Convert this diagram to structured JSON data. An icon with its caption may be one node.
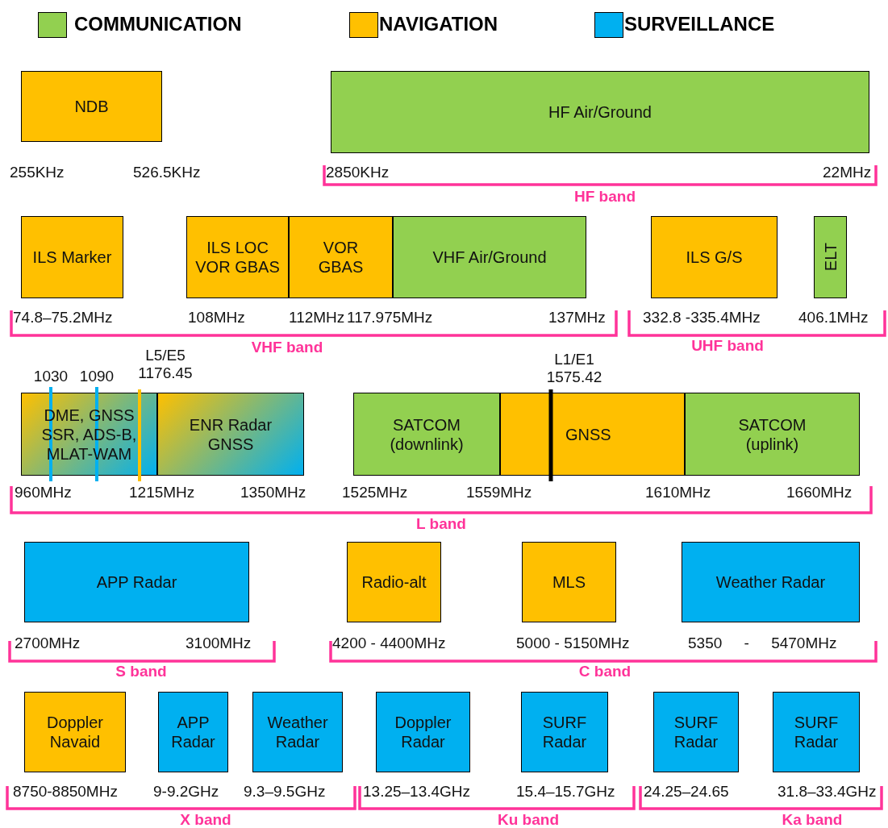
{
  "diagram": {
    "nodes": [
      {
        "text": [
          "NDB"
        ]
      },
      {
        "text": [
          "HF Air/Ground"
        ]
      },
      {
        "text": [
          "ILS Marker"
        ]
      },
      {
        "text": [
          "ILS LOC VOR GBAS"
        ]
      },
      {
        "text": [
          "VOR GBAS"
        ]
      },
      {
        "text": [
          "VHF Air/Ground"
        ]
      },
      {
        "text": [
          "ILS G/S"
        ]
      },
      {
        "text": [
          "ELT"
        ]
      },
      {
        "text": [
          "DME, GNSS SSR, ADS-B, MLAT-WAM"
        ]
      },
      {
        "text": [
          "ENR Radar GNSS"
        ]
      },
      {
        "text": [
          "SATCOM (downlink)"
        ]
      },
      {
        "text": [
          "GNSS"
        ]
      },
      {
        "text": [
          "SATCOM (uplink)"
        ]
      },
      {
        "text": [
          "APP Radar"
        ]
      },
      {
        "text": [
          "Radio-alt"
        ]
      },
      {
        "text": [
          "MLS"
        ]
      },
      {
        "text": [
          "Weather Radar"
        ]
      },
      {
        "text": [
          "Doppler Navaid"
        ]
      },
      {
        "text": [
          "APP Radar"
        ]
      },
      {
        "text": [
          "Weather Radar"
        ]
      },
      {
        "text": [
          "Doppler Radar"
        ]
      },
      {
        "text": [
          "SURF Radar"
        ]
      },
      {
        "text": [
          "SURF Radar"
        ]
      },
      {
        "text": [
          "SURF Radar"
        ]
      }
    ],
    "labels": [
      "255KHz",
      "526.5KHz",
      "2850KHz",
      "22MHz",
      "HF band",
      "74.8–75.2MHz",
      "108MHz",
      "112MHz",
      "117.975MHz",
      "137MHz",
      "332.8 -335.4MHz",
      "406.1MHz",
      "VHF band",
      "UHF band",
      "L5/E5 1176.45",
      "L1/E1 1575.42",
      "1030",
      "1090",
      "960MHz",
      "1215MHz",
      "1350MHz",
      "1525MHz",
      "1559MHz",
      "1610MHz",
      "1660MHz",
      "L band",
      "2700MHz",
      "3100MHz",
      "4200 - 4400MHz",
      "5000 - 5150MHz",
      "5350 - 5470MHz",
      "S band",
      "C band",
      "8750-8850MHz",
      "9-9.2GHz",
      "9.3–9.5GHz",
      "13.25–13.4GHz",
      "15.4–15.7GHz",
      "24.25–24.65",
      "31.8–33.4GHz",
      "X band",
      "Ku band",
      "Ka band"
    ],
    "legend": [
      {
        "text": "COMMUNICATION",
        "color": "#92d050"
      },
      {
        "text": "NAVIGATION",
        "color": "#ffc000"
      },
      {
        "text": "SURVEILLANCE",
        "color": "#00b0f0"
      }
    ]
  }
}
